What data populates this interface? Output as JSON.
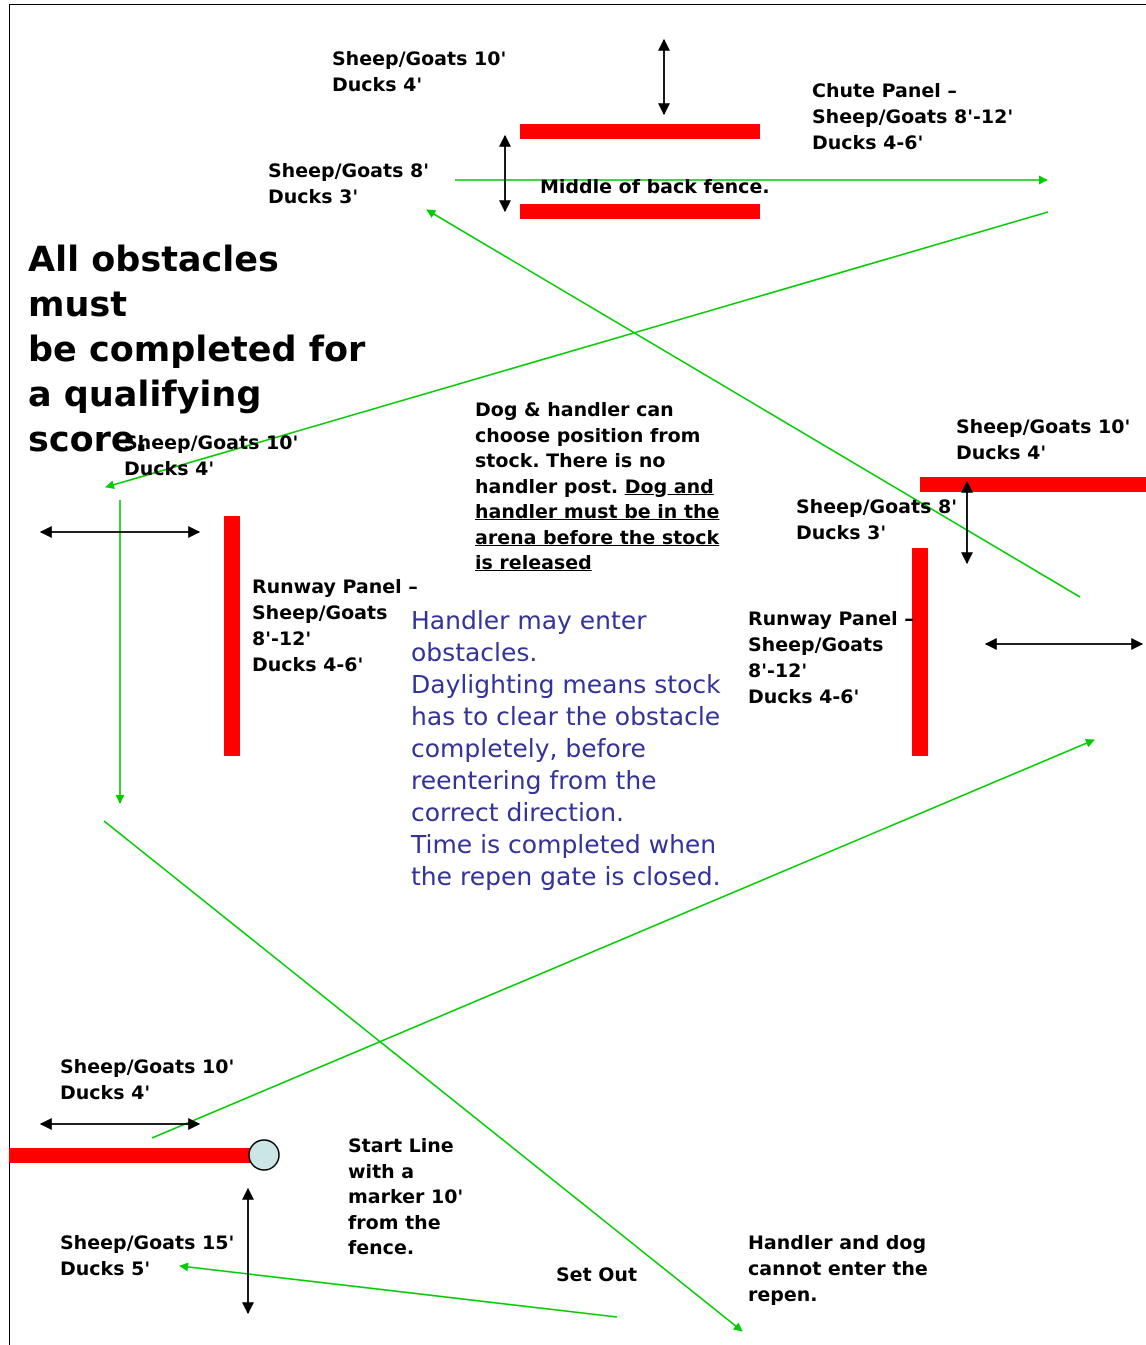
{
  "headline": "All obstacles must\nbe completed for\na qualifying score.",
  "labels": {
    "top_gap": "Sheep/Goats 10'\nDucks 4'",
    "chute_panel": "Chute Panel –\nSheep/Goats 8'-12'\nDucks 4-6'",
    "chute_gap": "Sheep/Goats 8'\nDucks 3'",
    "middle_back_fence": "Middle of back fence.",
    "left_gap": "Sheep/Goats 10'\nDucks 4'",
    "left_runway_panel": "Runway Panel –\nSheep/Goats\n8'-12'\nDucks 4-6'",
    "right_top_gap": "Sheep/Goats 10'\nDucks 4'",
    "right_gap": "Sheep/Goats 8'\nDucks 3'",
    "right_runway_panel": "Runway Panel –\nSheep/Goats\n8'-12'\nDucks 4-6'",
    "start_gap": "Sheep/Goats 10'\nDucks 4'",
    "start_line": "Start Line\nwith a\nmarker 10'\nfrom the\nfence.",
    "bottom_gap": "Sheep/Goats 15'\nDucks 5'",
    "set_out": "Set Out",
    "repen_note": "Handler and dog\ncannot enter the\nrepen."
  },
  "position_note": {
    "plain": "Dog & handler can\nchoose position from\nstock. There is no\nhandler post.  ",
    "underlined": "Dog and\nhandler must be in the\narena before the stock\nis released"
  },
  "rules_note": "Handler may enter\nobstacles.\nDaylighting means stock\nhas to clear the obstacle\ncompletely, before\nreentering from the\ncorrect direction.\nTime is completed when\nthe repen gate is closed.",
  "colors": {
    "panel": "#ff0000",
    "path": "#00cc00",
    "note_text": "#333399",
    "marker_fill": "#cce6e6"
  }
}
